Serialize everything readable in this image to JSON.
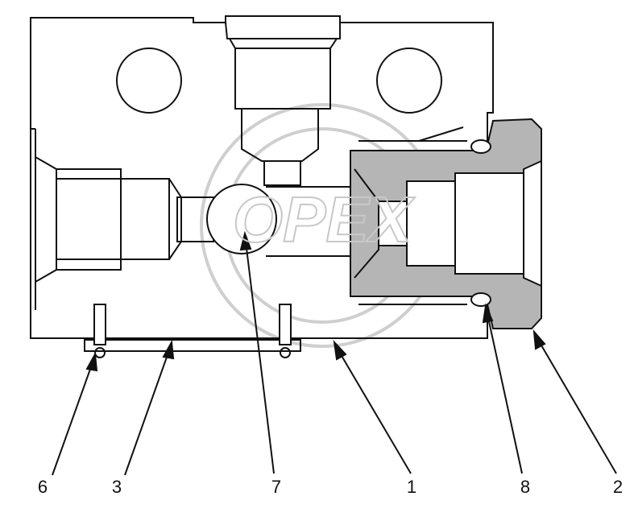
{
  "watermark": "OPEX",
  "callouts": [
    {
      "label": "6"
    },
    {
      "label": "3"
    },
    {
      "label": "7"
    },
    {
      "label": "1"
    },
    {
      "label": "8"
    },
    {
      "label": "2"
    }
  ],
  "colors": {
    "line": "#111111",
    "shaded": "#b5b5b5",
    "watermark": "#cccccc"
  }
}
